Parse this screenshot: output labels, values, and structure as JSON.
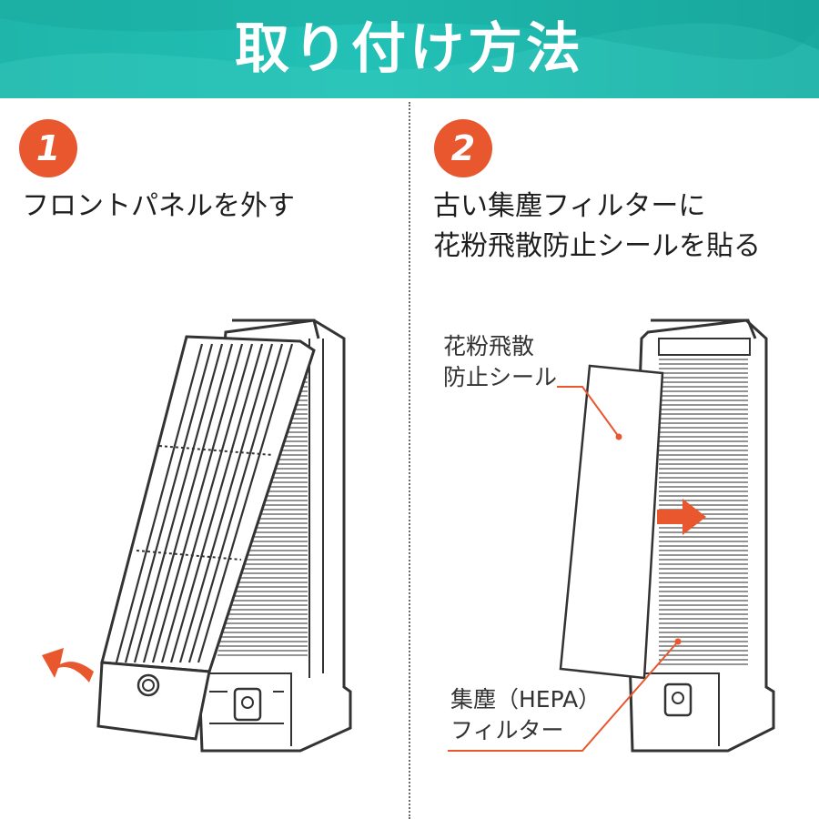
{
  "header": {
    "title": "取り付け方法"
  },
  "steps": [
    {
      "number": "1",
      "title_lines": [
        "フロントパネルを外す"
      ]
    },
    {
      "number": "2",
      "title_lines": [
        "古い集塵フィルターに",
        "花粉飛散防止シールを貼る"
      ]
    }
  ],
  "callouts": {
    "seal": [
      "花粉飛散",
      "防止シール"
    ],
    "filter": [
      "集塵（HEPA）",
      "フィルター"
    ]
  },
  "colors": {
    "banner": "#1fb5aa",
    "accent": "#e8572e",
    "outline": "#333333"
  }
}
